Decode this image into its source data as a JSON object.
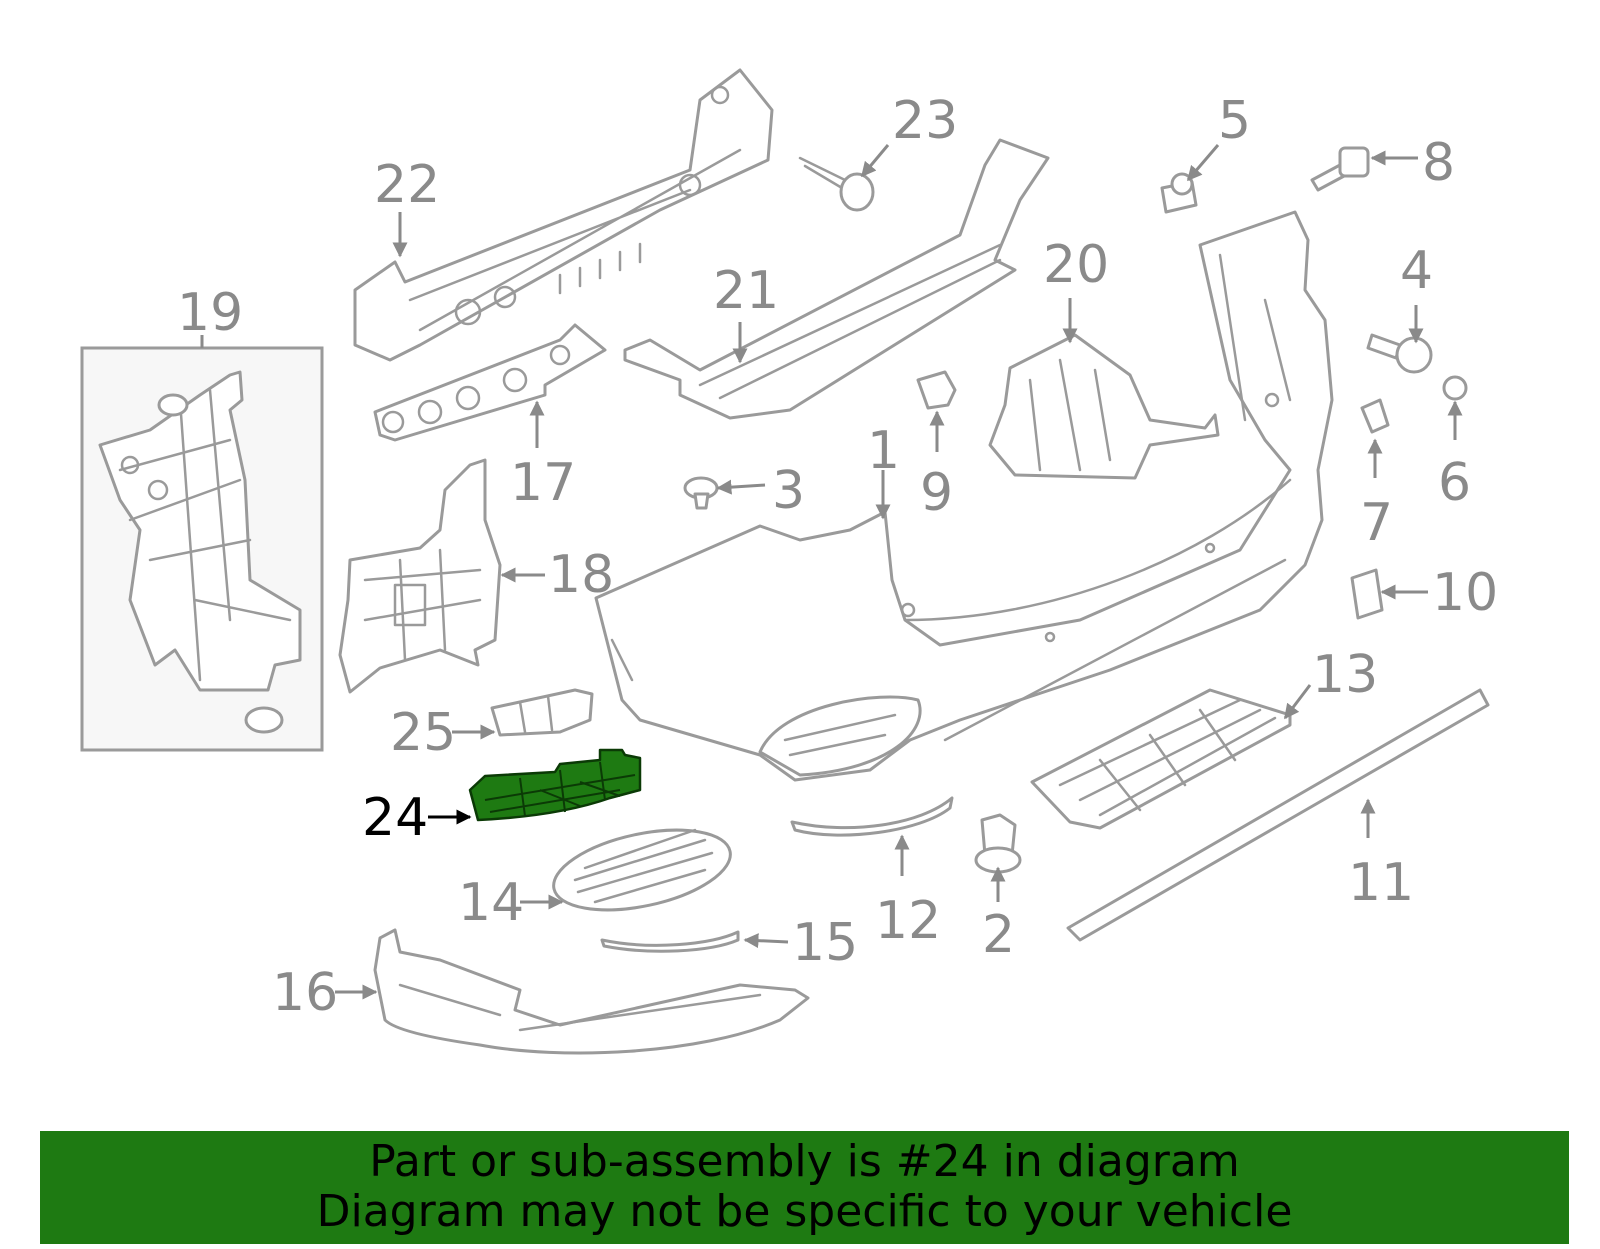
{
  "callouts": [
    {
      "id": "1",
      "text": "1"
    },
    {
      "id": "2",
      "text": "2"
    },
    {
      "id": "3",
      "text": "3"
    },
    {
      "id": "4",
      "text": "4"
    },
    {
      "id": "5",
      "text": "5"
    },
    {
      "id": "6",
      "text": "6"
    },
    {
      "id": "7",
      "text": "7"
    },
    {
      "id": "8",
      "text": "8"
    },
    {
      "id": "9",
      "text": "9"
    },
    {
      "id": "10",
      "text": "10"
    },
    {
      "id": "11",
      "text": "11"
    },
    {
      "id": "12",
      "text": "12"
    },
    {
      "id": "13",
      "text": "13"
    },
    {
      "id": "14",
      "text": "14"
    },
    {
      "id": "15",
      "text": "15"
    },
    {
      "id": "16",
      "text": "16"
    },
    {
      "id": "17",
      "text": "17"
    },
    {
      "id": "18",
      "text": "18"
    },
    {
      "id": "19",
      "text": "19"
    },
    {
      "id": "20",
      "text": "20"
    },
    {
      "id": "21",
      "text": "21"
    },
    {
      "id": "22",
      "text": "22"
    },
    {
      "id": "23",
      "text": "23"
    },
    {
      "id": "24",
      "text": "24"
    },
    {
      "id": "25",
      "text": "25"
    }
  ],
  "highlighted_part": "24",
  "colors": {
    "highlight_fill": "#1e7a12",
    "banner_background": "#1e7a12",
    "line_art": "#9a9a9a",
    "callout_text": "#8a8a8a",
    "highlight_text": "#000000"
  },
  "banner": {
    "line1": "Part or sub-assembly is #24 in diagram",
    "line2": "Diagram may not be specific to your vehicle"
  }
}
